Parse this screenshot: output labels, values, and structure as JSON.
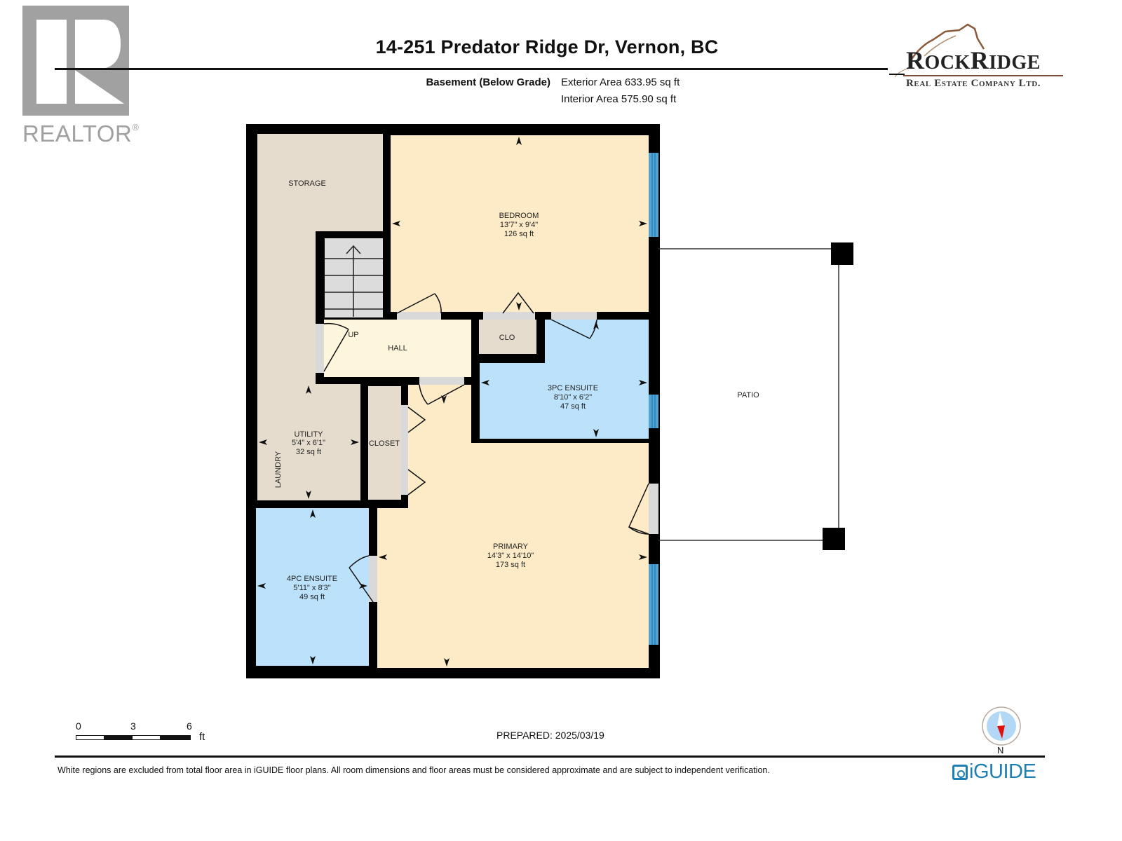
{
  "header": {
    "address": "14-251 Predator Ridge Dr, Vernon, BC",
    "level": "Basement (Below Grade)",
    "exterior_area": "Exterior Area 633.95 sq ft",
    "interior_area": "Interior Area 575.90 sq ft"
  },
  "logos": {
    "realtor": {
      "text": "REALTOR",
      "mark": "®"
    },
    "brokerage": {
      "name_big1": "R",
      "name_small1": "OCK",
      "name_big2": "R",
      "name_small2": "IDGE",
      "subtitle": "Real Estate Company Ltd."
    },
    "iguide": {
      "text": "iGUIDE"
    }
  },
  "rooms": [
    {
      "name": "STORAGE"
    },
    {
      "name": "BEDROOM",
      "dims": "13'7\" x 9'4\"",
      "area": "126 sq ft"
    },
    {
      "name": "HALL",
      "note": "UP"
    },
    {
      "name": "CLO"
    },
    {
      "name": "3PC ENSUITE",
      "dims": "8'10\" x 6'2\"",
      "area": "47 sq ft"
    },
    {
      "name": "UTILITY",
      "dims": "5'4\" x 6'1\"",
      "area": "32 sq ft",
      "note": "LAUNDRY"
    },
    {
      "name": "CLOSET"
    },
    {
      "name": "4PC ENSUITE",
      "dims": "5'11\" x 8'3\"",
      "area": "49 sq ft"
    },
    {
      "name": "PRIMARY",
      "dims": "14'3\" x 14'10\"",
      "area": "173 sq ft"
    },
    {
      "name": "PATIO"
    }
  ],
  "colors": {
    "wall": "#000000",
    "bedroom_fill": "#fdebc8",
    "hall_fill": "#fef6dc",
    "storage_fill": "#e6dccd",
    "bath_fill": "#bce2fb",
    "stairs_fill": "#dcdcdc",
    "window": "#4fa3d6",
    "door_gap": "#d9d9d9"
  },
  "scale_bar": {
    "labels": [
      "0",
      "3",
      "6"
    ],
    "unit": "ft"
  },
  "footer": {
    "prepared": "PREPARED: 2025/03/19",
    "compass_label": "N",
    "disclaimer": "White regions are excluded from total floor area in iGUIDE floor plans. All room dimensions and floor areas must be considered approximate and are subject to independent verification."
  }
}
